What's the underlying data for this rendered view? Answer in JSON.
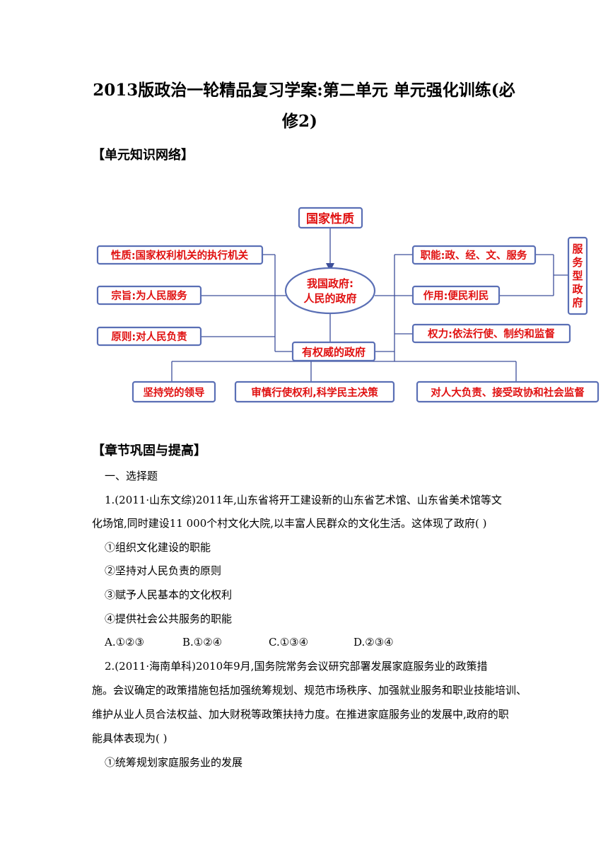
{
  "document": {
    "title_line1": "2013版政治一轮精品复习学案:第二单元 单元强化训练(必",
    "title_line2": "修2)",
    "section_network": "【单元知识网络】",
    "section_practice": "【章节巩固与提高】"
  },
  "diagram": {
    "top": "国家性质",
    "center_line1": "我国政府:",
    "center_line2": "人民的政府",
    "left": [
      "性质:国家权利机关的执行机关",
      "宗旨:为人民服务",
      "原则:对人民负责"
    ],
    "right": [
      "职能:政、经、文、服务",
      "作用:便民利民",
      "权力:依法行使、制约和监督"
    ],
    "side": "服务型政府",
    "authority": "有权威的政府",
    "bottom": [
      "坚持党的领导",
      "审慎行使权利,科学民主决策",
      "对人大负责、接受政协和社会监督"
    ]
  },
  "questions": {
    "heading": "一、选择题",
    "q1": {
      "line1": "1.(2011·山东文综)2011年,山东省将开工建设新的山东省艺术馆、山东省美术馆等文",
      "line2": "化场馆,同时建设11 000个村文化大院,以丰富人民群众的文化生活。这体现了政府(    )",
      "options": [
        "①组织文化建设的职能",
        "②坚持对人民负责的原则",
        "③赋予人民基本的文化权利",
        "④提供社会公共服务的职能"
      ],
      "choices": [
        "A.①②③",
        "B.①②④",
        "C.①③④",
        "D.②③④"
      ]
    },
    "q2": {
      "line1": "2.(2011·海南单科)2010年9月,国务院常务会议研究部署发展家庭服务业的政策措",
      "line2": "施。会议确定的政策措施包括加强统筹规划、规范市场秩序、加强就业服务和职业技能培训、",
      "line3": "维护从业人员合法权益、加大财税等政策扶持力度。在推进家庭服务业的发展中,政府的职",
      "line4": "能具体表现为(    )",
      "options": [
        "①统筹规划家庭服务业的发展"
      ]
    }
  }
}
